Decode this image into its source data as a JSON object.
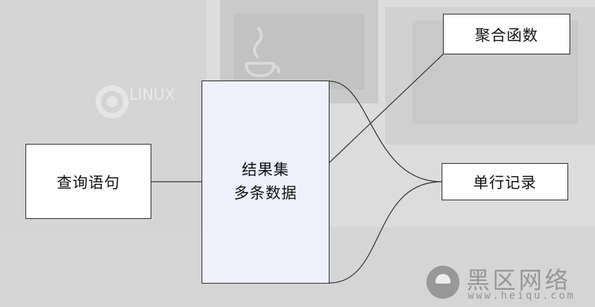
{
  "nodes": {
    "query": "查询语句",
    "result_line1": "结果集",
    "result_line2": "多条数据",
    "aggregate": "聚合函数",
    "single_row": "单行记录"
  },
  "background": {
    "brand_text": "LINUX"
  },
  "watermark": {
    "title": "黑区网络",
    "url": "www.heiqu.com"
  },
  "colors": {
    "center_box_fill": "#eef0fb",
    "box_fill": "#ffffff",
    "line": "#333333"
  }
}
